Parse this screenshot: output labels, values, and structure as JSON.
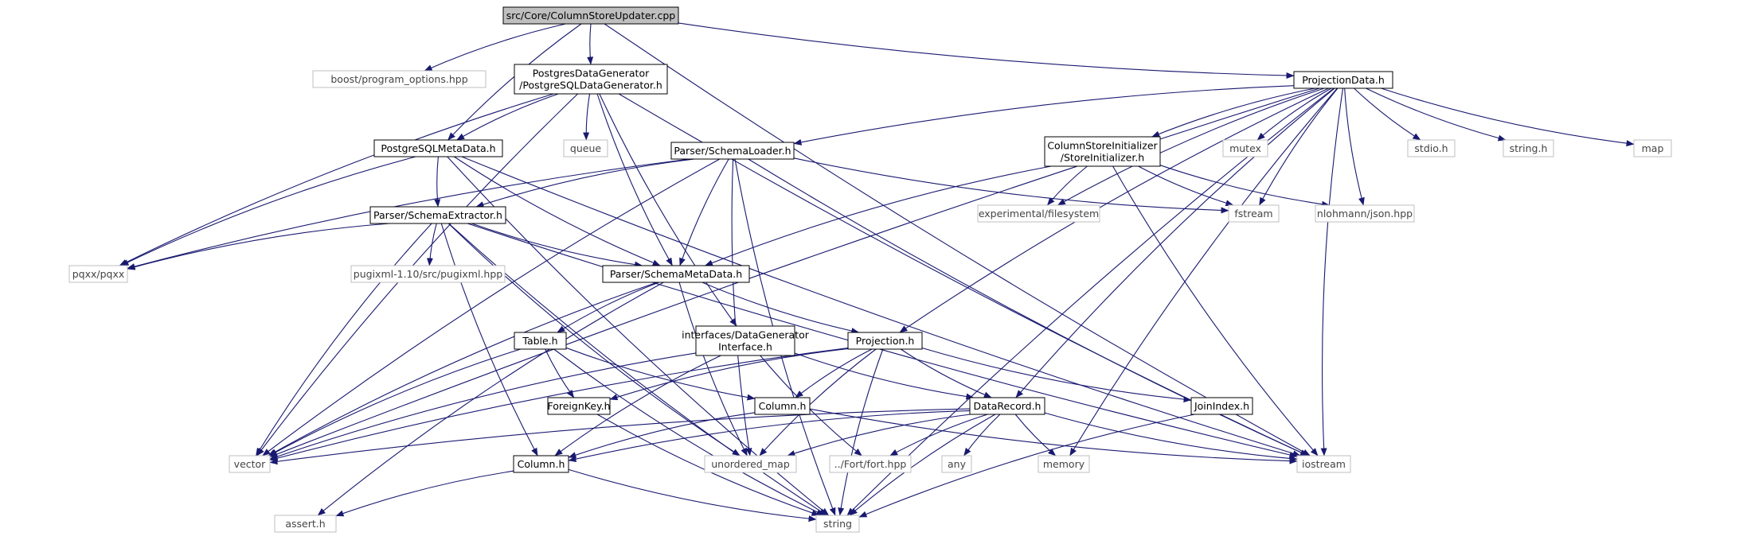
{
  "colors": {
    "edge": "#191970",
    "root_fill": "#bfbfbf",
    "node_border": "#000000",
    "external_border": "#bfbfbf"
  },
  "graph": {
    "nodes": [
      {
        "id": "root",
        "kind": "root",
        "lines": [
          "src/Core/ColumnStoreUpdater.cpp"
        ]
      },
      {
        "id": "boost",
        "kind": "ext",
        "lines": [
          "boost/program_options.hpp"
        ]
      },
      {
        "id": "pgdg",
        "kind": "local",
        "lines": [
          "PostgresDataGenerator",
          "/PostgreSQLDataGenerator.h"
        ]
      },
      {
        "id": "projdata",
        "kind": "local",
        "lines": [
          "ProjectionData.h"
        ]
      },
      {
        "id": "queue",
        "kind": "ext",
        "lines": [
          "queue"
        ]
      },
      {
        "id": "pgmeta",
        "kind": "local",
        "lines": [
          "PostgreSQLMetaData.h"
        ]
      },
      {
        "id": "schemaloader",
        "kind": "local",
        "lines": [
          "Parser/SchemaLoader.h"
        ]
      },
      {
        "id": "csinit",
        "kind": "local",
        "lines": [
          "ColumnStoreInitializer",
          "/StoreInitializer.h"
        ]
      },
      {
        "id": "mutex",
        "kind": "ext",
        "lines": [
          "mutex"
        ]
      },
      {
        "id": "stdio",
        "kind": "ext",
        "lines": [
          "stdio.h"
        ]
      },
      {
        "id": "stringh",
        "kind": "ext",
        "lines": [
          "string.h"
        ]
      },
      {
        "id": "map",
        "kind": "ext",
        "lines": [
          "map"
        ]
      },
      {
        "id": "expfs",
        "kind": "ext",
        "lines": [
          "experimental/filesystem"
        ]
      },
      {
        "id": "fstream",
        "kind": "ext",
        "lines": [
          "fstream"
        ]
      },
      {
        "id": "json",
        "kind": "ext",
        "lines": [
          "nlohmann/json.hpp"
        ]
      },
      {
        "id": "schemaextractor",
        "kind": "local",
        "lines": [
          "Parser/SchemaExtractor.h"
        ]
      },
      {
        "id": "pqxx",
        "kind": "ext",
        "lines": [
          "pqxx/pqxx"
        ]
      },
      {
        "id": "pugixml",
        "kind": "ext",
        "lines": [
          "pugixml-1.10/src/pugixml.hpp"
        ]
      },
      {
        "id": "schemameta",
        "kind": "local",
        "lines": [
          "Parser/SchemaMetaData.h"
        ]
      },
      {
        "id": "tableh",
        "kind": "local",
        "lines": [
          "Table.h"
        ]
      },
      {
        "id": "dgi",
        "kind": "local",
        "lines": [
          "interfaces/DataGenerator",
          "Interface.h"
        ]
      },
      {
        "id": "projection",
        "kind": "local",
        "lines": [
          "Projection.h"
        ]
      },
      {
        "id": "foreignkey",
        "kind": "local",
        "lines": [
          "ForeignKey.h"
        ]
      },
      {
        "id": "column1",
        "kind": "local",
        "lines": [
          "Column.h"
        ]
      },
      {
        "id": "datarecord",
        "kind": "local",
        "lines": [
          "DataRecord.h"
        ]
      },
      {
        "id": "joinindex",
        "kind": "local",
        "lines": [
          "JoinIndex.h"
        ]
      },
      {
        "id": "vector",
        "kind": "ext",
        "lines": [
          "vector"
        ]
      },
      {
        "id": "column2",
        "kind": "local",
        "lines": [
          "Column.h"
        ]
      },
      {
        "id": "umap",
        "kind": "ext",
        "lines": [
          "unordered_map"
        ]
      },
      {
        "id": "fort",
        "kind": "ext",
        "lines": [
          "../Fort/fort.hpp"
        ]
      },
      {
        "id": "any",
        "kind": "ext",
        "lines": [
          "any"
        ]
      },
      {
        "id": "memory",
        "kind": "ext",
        "lines": [
          "memory"
        ]
      },
      {
        "id": "iostream",
        "kind": "ext",
        "lines": [
          "iostream"
        ]
      },
      {
        "id": "assert",
        "kind": "ext",
        "lines": [
          "assert.h"
        ]
      },
      {
        "id": "string",
        "kind": "ext",
        "lines": [
          "string"
        ]
      }
    ],
    "edges": [
      [
        "root",
        "boost"
      ],
      [
        "root",
        "pgdg"
      ],
      [
        "root",
        "projdata"
      ],
      [
        "root",
        "pgmeta"
      ],
      [
        "root",
        "iostream"
      ],
      [
        "pgdg",
        "queue"
      ],
      [
        "pgdg",
        "pgmeta"
      ],
      [
        "pgdg",
        "pqxx"
      ],
      [
        "pgdg",
        "vector"
      ],
      [
        "pgdg",
        "schemameta"
      ],
      [
        "pgdg",
        "dgi"
      ],
      [
        "pgdg",
        "iostream"
      ],
      [
        "projdata",
        "schemaloader"
      ],
      [
        "projdata",
        "csinit"
      ],
      [
        "projdata",
        "mutex"
      ],
      [
        "projdata",
        "stdio"
      ],
      [
        "projdata",
        "stringh"
      ],
      [
        "projdata",
        "map"
      ],
      [
        "projdata",
        "expfs"
      ],
      [
        "projdata",
        "fstream"
      ],
      [
        "projdata",
        "json"
      ],
      [
        "projdata",
        "vector"
      ],
      [
        "projdata",
        "projection"
      ],
      [
        "projdata",
        "datarecord"
      ],
      [
        "projdata",
        "memory"
      ],
      [
        "projdata",
        "iostream"
      ],
      [
        "projdata",
        "string"
      ],
      [
        "pgmeta",
        "schemaextractor"
      ],
      [
        "pgmeta",
        "schemameta"
      ],
      [
        "pgmeta",
        "pqxx"
      ],
      [
        "pgmeta",
        "iostream"
      ],
      [
        "pgmeta",
        "string"
      ],
      [
        "schemaloader",
        "schemaextractor"
      ],
      [
        "schemaloader",
        "schemameta"
      ],
      [
        "schemaloader",
        "pqxx"
      ],
      [
        "schemaloader",
        "vector"
      ],
      [
        "schemaloader",
        "umap"
      ],
      [
        "schemaloader",
        "string"
      ],
      [
        "schemaloader",
        "iostream"
      ],
      [
        "schemaloader",
        "fstream"
      ],
      [
        "csinit",
        "expfs"
      ],
      [
        "csinit",
        "fstream"
      ],
      [
        "csinit",
        "json"
      ],
      [
        "csinit",
        "schemameta"
      ],
      [
        "csinit",
        "iostream"
      ],
      [
        "schemaextractor",
        "pqxx"
      ],
      [
        "schemaextractor",
        "pugixml"
      ],
      [
        "schemaextractor",
        "schemameta"
      ],
      [
        "schemaextractor",
        "vector"
      ],
      [
        "schemaextractor",
        "column2"
      ],
      [
        "schemaextractor",
        "umap"
      ],
      [
        "schemaextractor",
        "string"
      ],
      [
        "schemaextractor",
        "iostream"
      ],
      [
        "schemameta",
        "tableh"
      ],
      [
        "schemameta",
        "projection"
      ],
      [
        "schemameta",
        "vector"
      ],
      [
        "schemameta",
        "umap"
      ],
      [
        "schemameta",
        "assert"
      ],
      [
        "tableh",
        "foreignkey"
      ],
      [
        "tableh",
        "column1"
      ],
      [
        "tableh",
        "vector"
      ],
      [
        "tableh",
        "string"
      ],
      [
        "dgi",
        "datarecord"
      ],
      [
        "dgi",
        "vector"
      ],
      [
        "dgi",
        "fort"
      ],
      [
        "dgi",
        "column2"
      ],
      [
        "projection",
        "foreignkey"
      ],
      [
        "projection",
        "column1"
      ],
      [
        "projection",
        "datarecord"
      ],
      [
        "projection",
        "joinindex"
      ],
      [
        "projection",
        "vector"
      ],
      [
        "projection",
        "umap"
      ],
      [
        "projection",
        "string"
      ],
      [
        "foreignkey",
        "string"
      ],
      [
        "column1",
        "column2"
      ],
      [
        "column1",
        "iostream"
      ],
      [
        "datarecord",
        "column2"
      ],
      [
        "datarecord",
        "vector"
      ],
      [
        "datarecord",
        "umap"
      ],
      [
        "datarecord",
        "fort"
      ],
      [
        "datarecord",
        "any"
      ],
      [
        "datarecord",
        "memory"
      ],
      [
        "datarecord",
        "iostream"
      ],
      [
        "datarecord",
        "string"
      ],
      [
        "joinindex",
        "string"
      ],
      [
        "column2",
        "assert"
      ],
      [
        "column2",
        "string"
      ]
    ]
  }
}
